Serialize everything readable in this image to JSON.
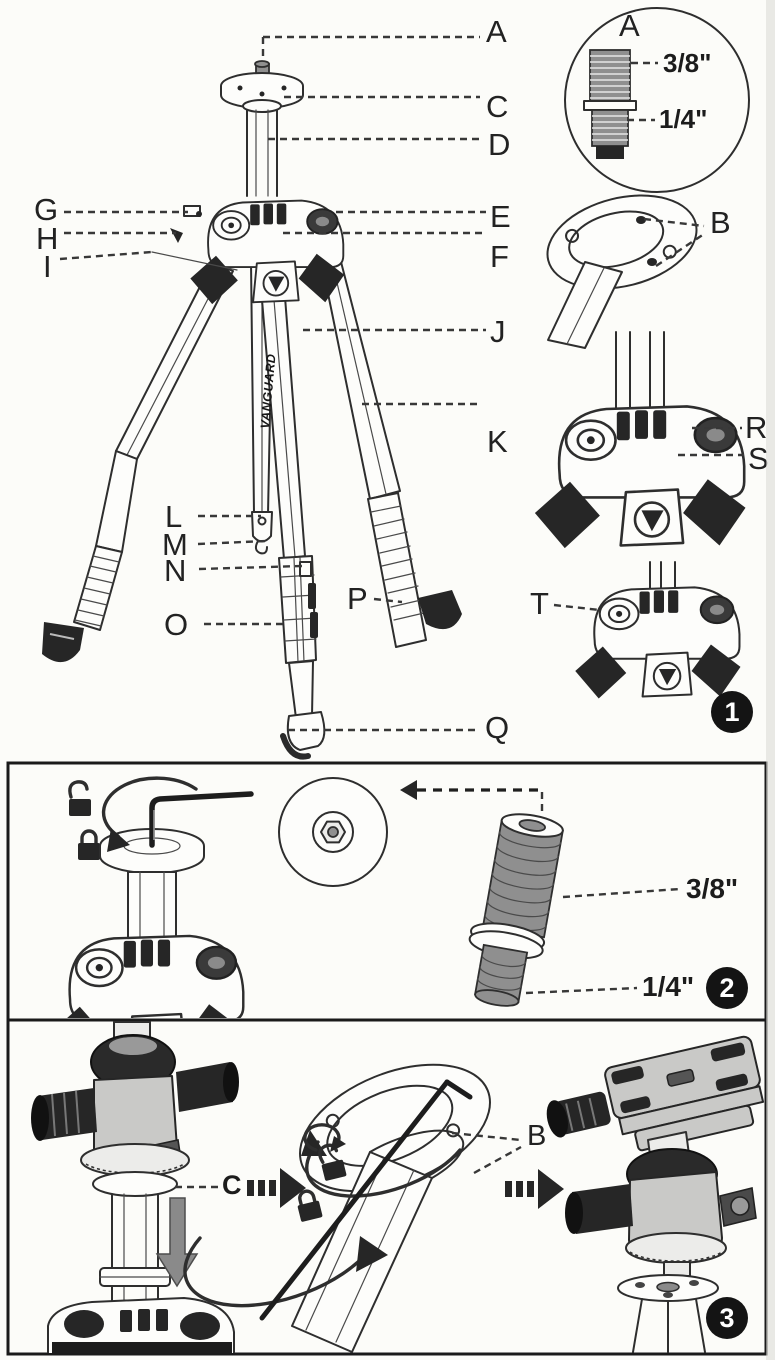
{
  "page": {
    "type": "tripod instruction diagram"
  },
  "colors": {
    "ink": "#2e2e2e",
    "badge_bg": "#141414",
    "badge_fg": "#ffffff"
  },
  "brand": {
    "logo": "VANGUARD"
  },
  "step1": {
    "badge": "1",
    "callouts": {
      "A": "A",
      "B": "B",
      "C": "C",
      "D": "D",
      "E": "E",
      "F": "F",
      "G": "G",
      "H": "H",
      "I": "I",
      "J": "J",
      "K": "K",
      "L": "L",
      "M": "M",
      "N": "N",
      "O": "O",
      "P": "P",
      "Q": "Q",
      "R": "R",
      "S": "S",
      "T": "T"
    },
    "inset_stud": {
      "label": "A",
      "upper_thread": "3/8\"",
      "lower_thread": "1/4\""
    }
  },
  "step2": {
    "badge": "2",
    "upper_thread": "3/8\"",
    "lower_thread": "1/4\""
  },
  "step3": {
    "badge": "3",
    "column_callout": "C",
    "plate_callout": "B"
  }
}
